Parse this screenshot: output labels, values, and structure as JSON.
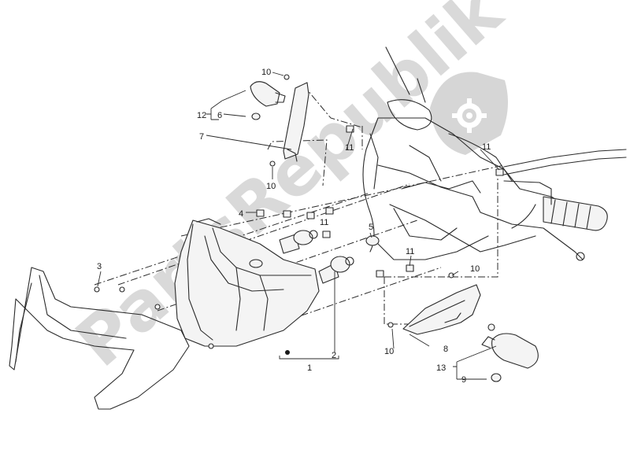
{
  "watermark": {
    "text": "PartsRepublik",
    "color": "#d3d3d3"
  },
  "callouts": [
    {
      "id": "c10a",
      "label": "10"
    },
    {
      "id": "c12",
      "label": "12"
    },
    {
      "id": "c6",
      "label": "6"
    },
    {
      "id": "c7",
      "label": "7"
    },
    {
      "id": "c10b",
      "label": "10"
    },
    {
      "id": "c11a",
      "label": "11"
    },
    {
      "id": "c11b",
      "label": "11"
    },
    {
      "id": "c4",
      "label": "4"
    },
    {
      "id": "c11c",
      "label": "11"
    },
    {
      "id": "c5",
      "label": "5"
    },
    {
      "id": "c3",
      "label": "3"
    },
    {
      "id": "c11d",
      "label": "11"
    },
    {
      "id": "c10c",
      "label": "10"
    },
    {
      "id": "c2",
      "label": "2"
    },
    {
      "id": "c1",
      "label": "1"
    },
    {
      "id": "c10d",
      "label": "10"
    },
    {
      "id": "c8",
      "label": "8"
    },
    {
      "id": "c13",
      "label": "13"
    },
    {
      "id": "c9",
      "label": "9"
    }
  ]
}
